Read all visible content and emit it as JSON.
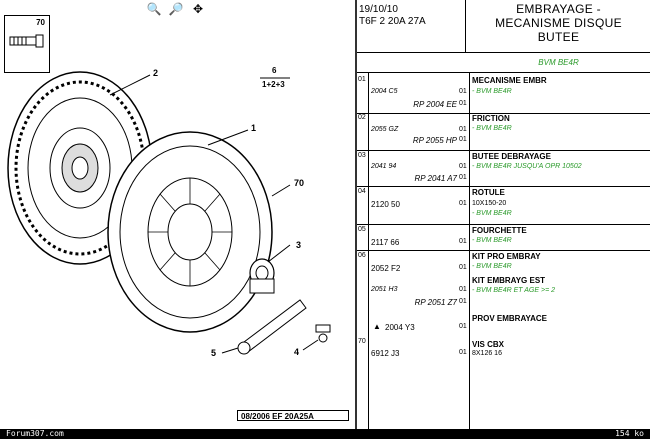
{
  "toolbar": {
    "zoom_in_icon": "magnifier-plus-icon",
    "zoom_out_icon": "magnifier-minus-icon",
    "zoom_fit_icon": "magnifier-arrows-icon"
  },
  "diagram": {
    "callout_70_box": "70",
    "callout_2": "2",
    "callout_1": "1",
    "callout_70": "70",
    "callout_3": "3",
    "callout_5": "5",
    "callout_4": "4",
    "fraction_num": "6",
    "fraction_den": "1+2+3",
    "ref_box": "08/2006 EF 20A25A"
  },
  "header": {
    "date": "19/10/10",
    "code": "T6F 2 20A 27A",
    "title_line1": "EMBRAYAGE -",
    "title_line2": "MECANISME  DISQUE",
    "title_line3": "BUTEE",
    "gearbox": "BVM BE4R"
  },
  "rows": [
    {
      "num": "01",
      "ref": "2004 C5",
      "rp": "RP 2004 EE",
      "qty1": "01",
      "qty2": "01",
      "desc": "MECANISME EMBR",
      "sub": "- BVM BE4R"
    },
    {
      "num": "02",
      "ref": "2055 GZ",
      "rp": "RP 2055 HP",
      "qty1": "01",
      "qty2": "01",
      "desc": "FRICTION",
      "sub": "- BVM BE4R"
    },
    {
      "num": "03",
      "ref": "2041 94",
      "rp": "RP 2041 A7",
      "qty1": "01",
      "qty2": "01",
      "desc": "BUTEE DEBRAYAGE",
      "sub": "- BVM BE4R JUSQU'A OPR 10502"
    },
    {
      "num": "04",
      "ref": "2120 50",
      "qty1": "01",
      "desc": "ROTULE",
      "sub1": "10X150-20",
      "sub": "- BVM BE4R"
    },
    {
      "num": "05",
      "ref": "2117 66",
      "qty1": "01",
      "desc": "FOURCHETTE",
      "sub": "- BVM BE4R"
    },
    {
      "num": "06",
      "ref": "2052 F2",
      "qty1": "01",
      "desc": "KIT PRO EMBRAY",
      "sub": "- BVM BE4R"
    },
    {
      "ref": "2051 H3",
      "rp": "RP 2051 Z7",
      "qty1": "01",
      "qty2": "01",
      "desc": "KIT EMBRAYG EST",
      "sub": "- BVM BE4R ET AGE >= 2"
    },
    {
      "ref": "2004 Y3",
      "qty1": "01",
      "desc": "PROV EMBRAYACE"
    },
    {
      "num": "70",
      "ref": "6912 J3",
      "qty1": "01",
      "desc": "VIS CBX",
      "sub": "8X126 16"
    }
  ],
  "footer": {
    "site": "Forum307.com",
    "size": "154 ko"
  }
}
